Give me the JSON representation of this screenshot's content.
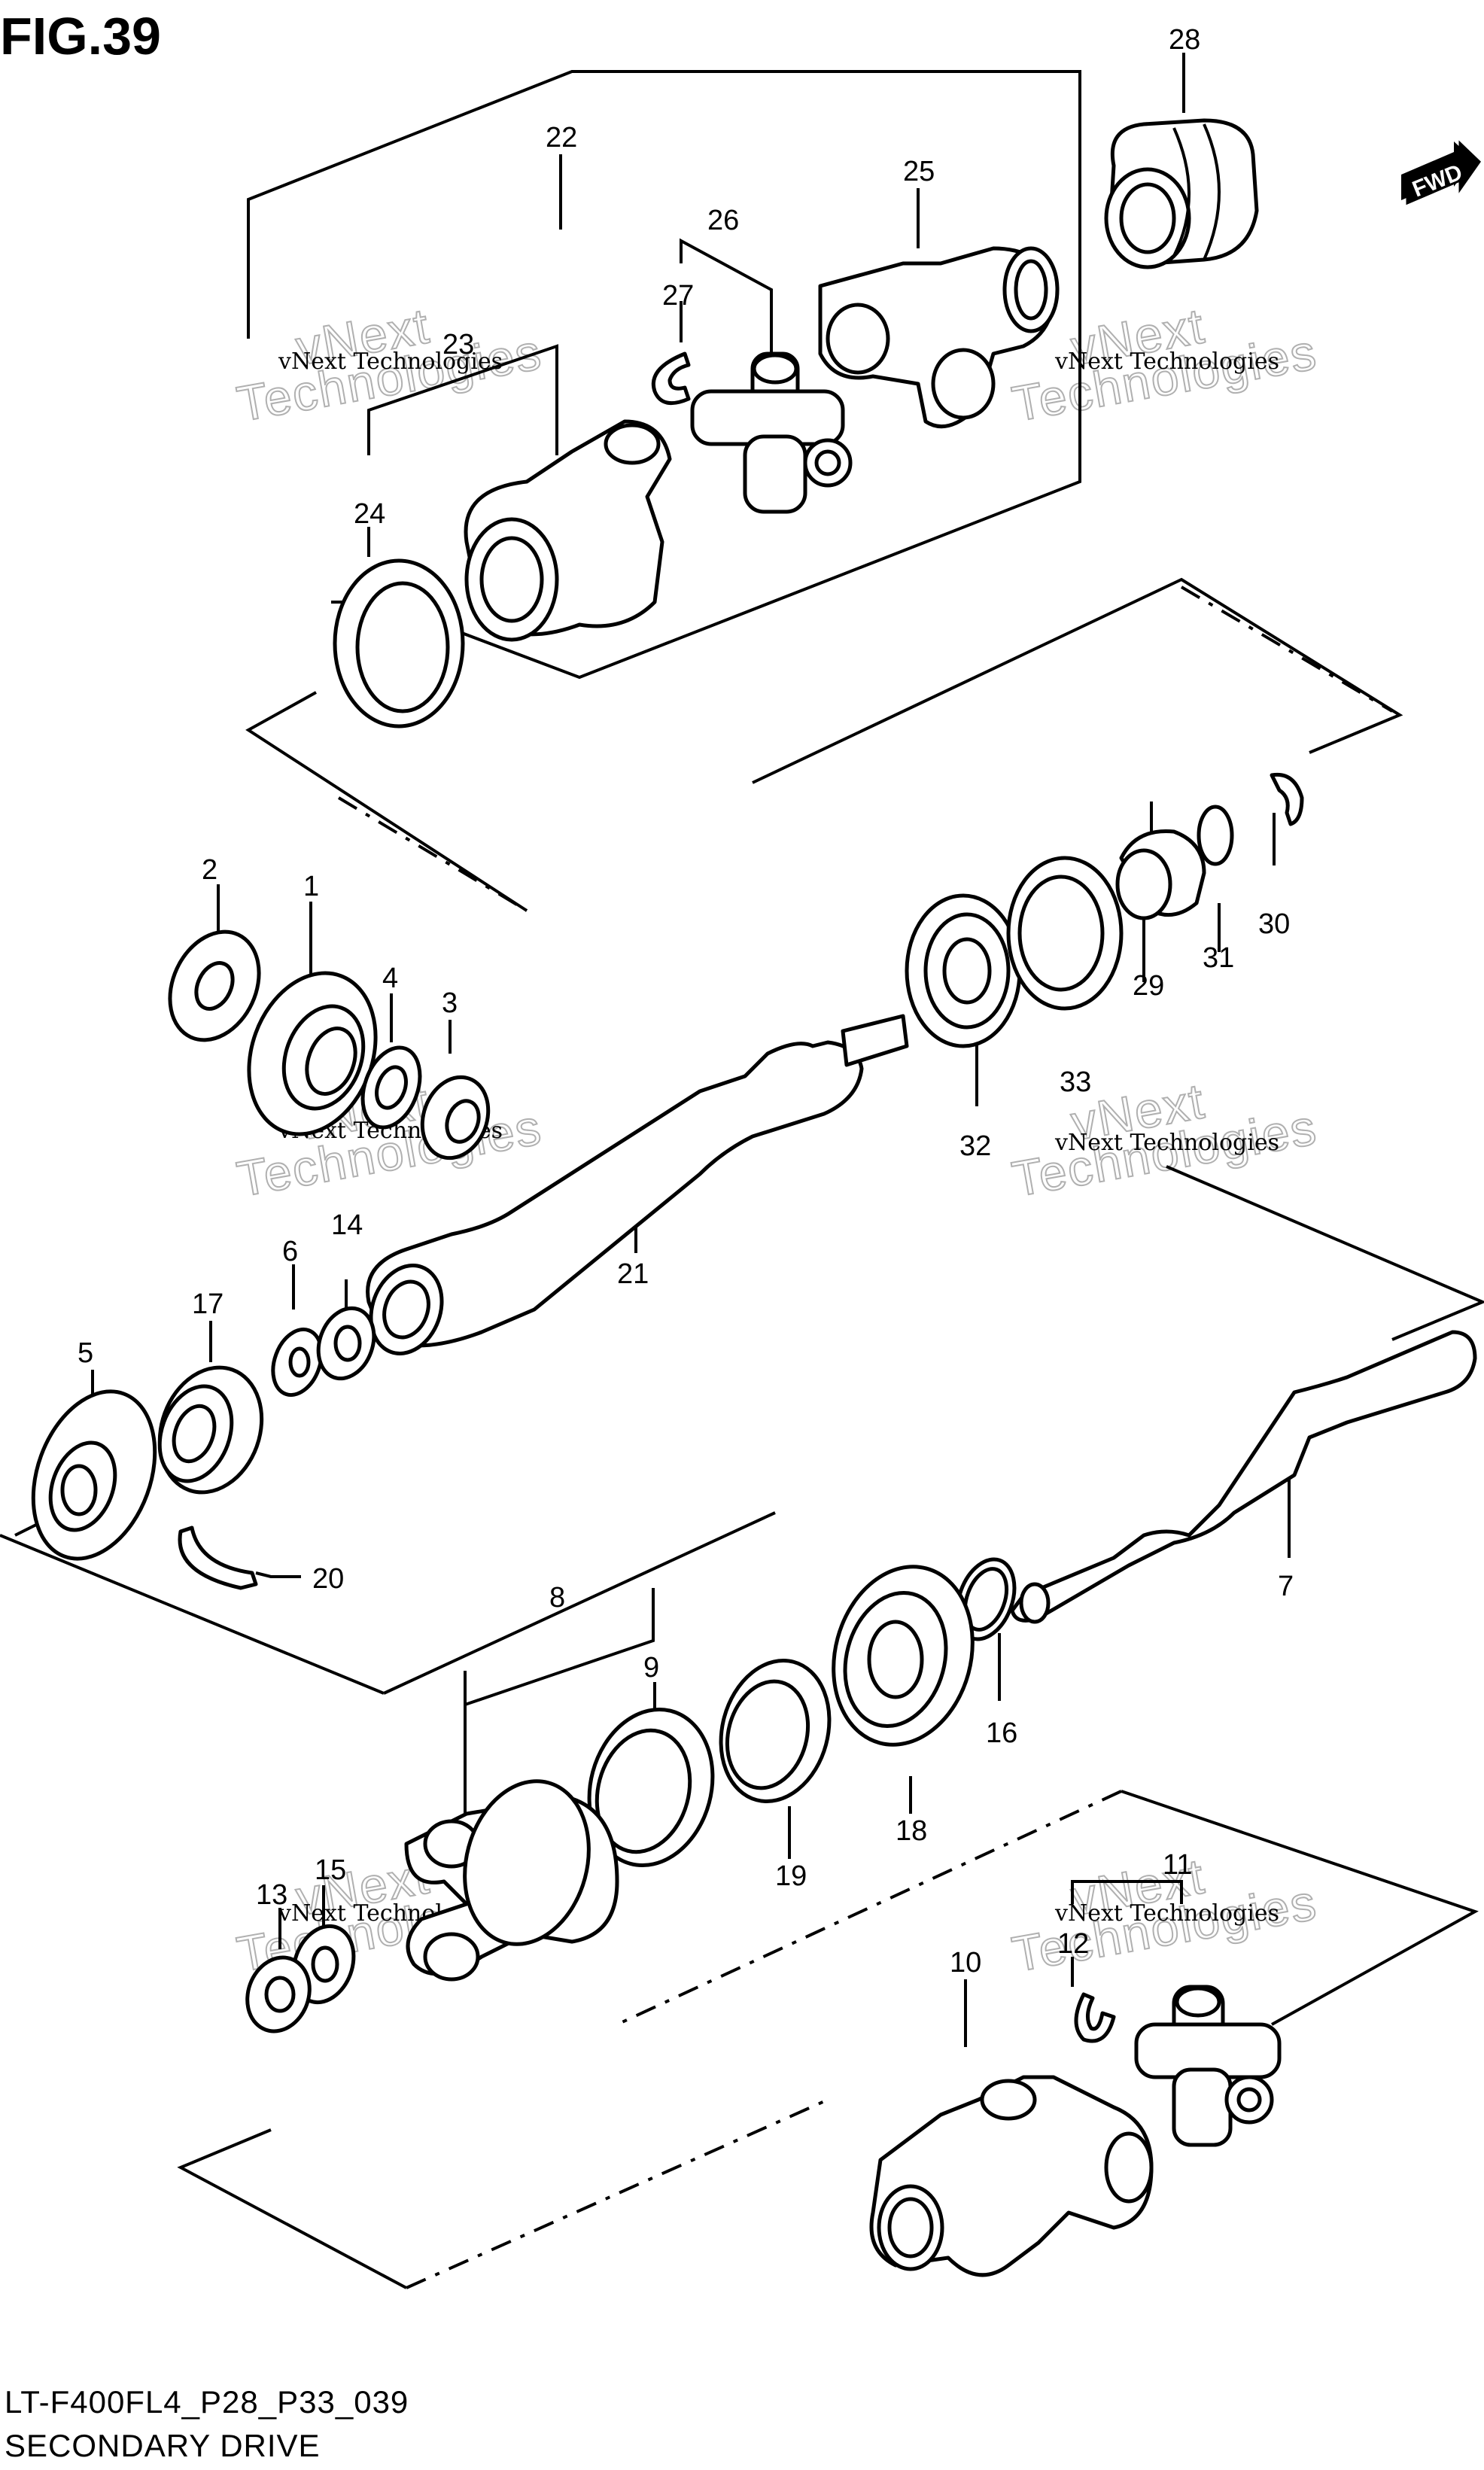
{
  "figure": {
    "title": "FIG.39",
    "code": "LT-F400FL4_P28_P33_039",
    "name": "SECONDARY DRIVE",
    "direction_label": "FWD"
  },
  "watermark": {
    "line1": "vNext Technologies",
    "line2": "vNext",
    "line3": "Technologies"
  },
  "callouts": [
    "1",
    "2",
    "3",
    "4",
    "5",
    "6",
    "7",
    "8",
    "9",
    "10",
    "11",
    "12",
    "13",
    "14",
    "15",
    "16",
    "17",
    "18",
    "19",
    "20",
    "21",
    "22",
    "23",
    "24",
    "25",
    "26",
    "27",
    "28",
    "29",
    "30",
    "31",
    "32",
    "33"
  ]
}
